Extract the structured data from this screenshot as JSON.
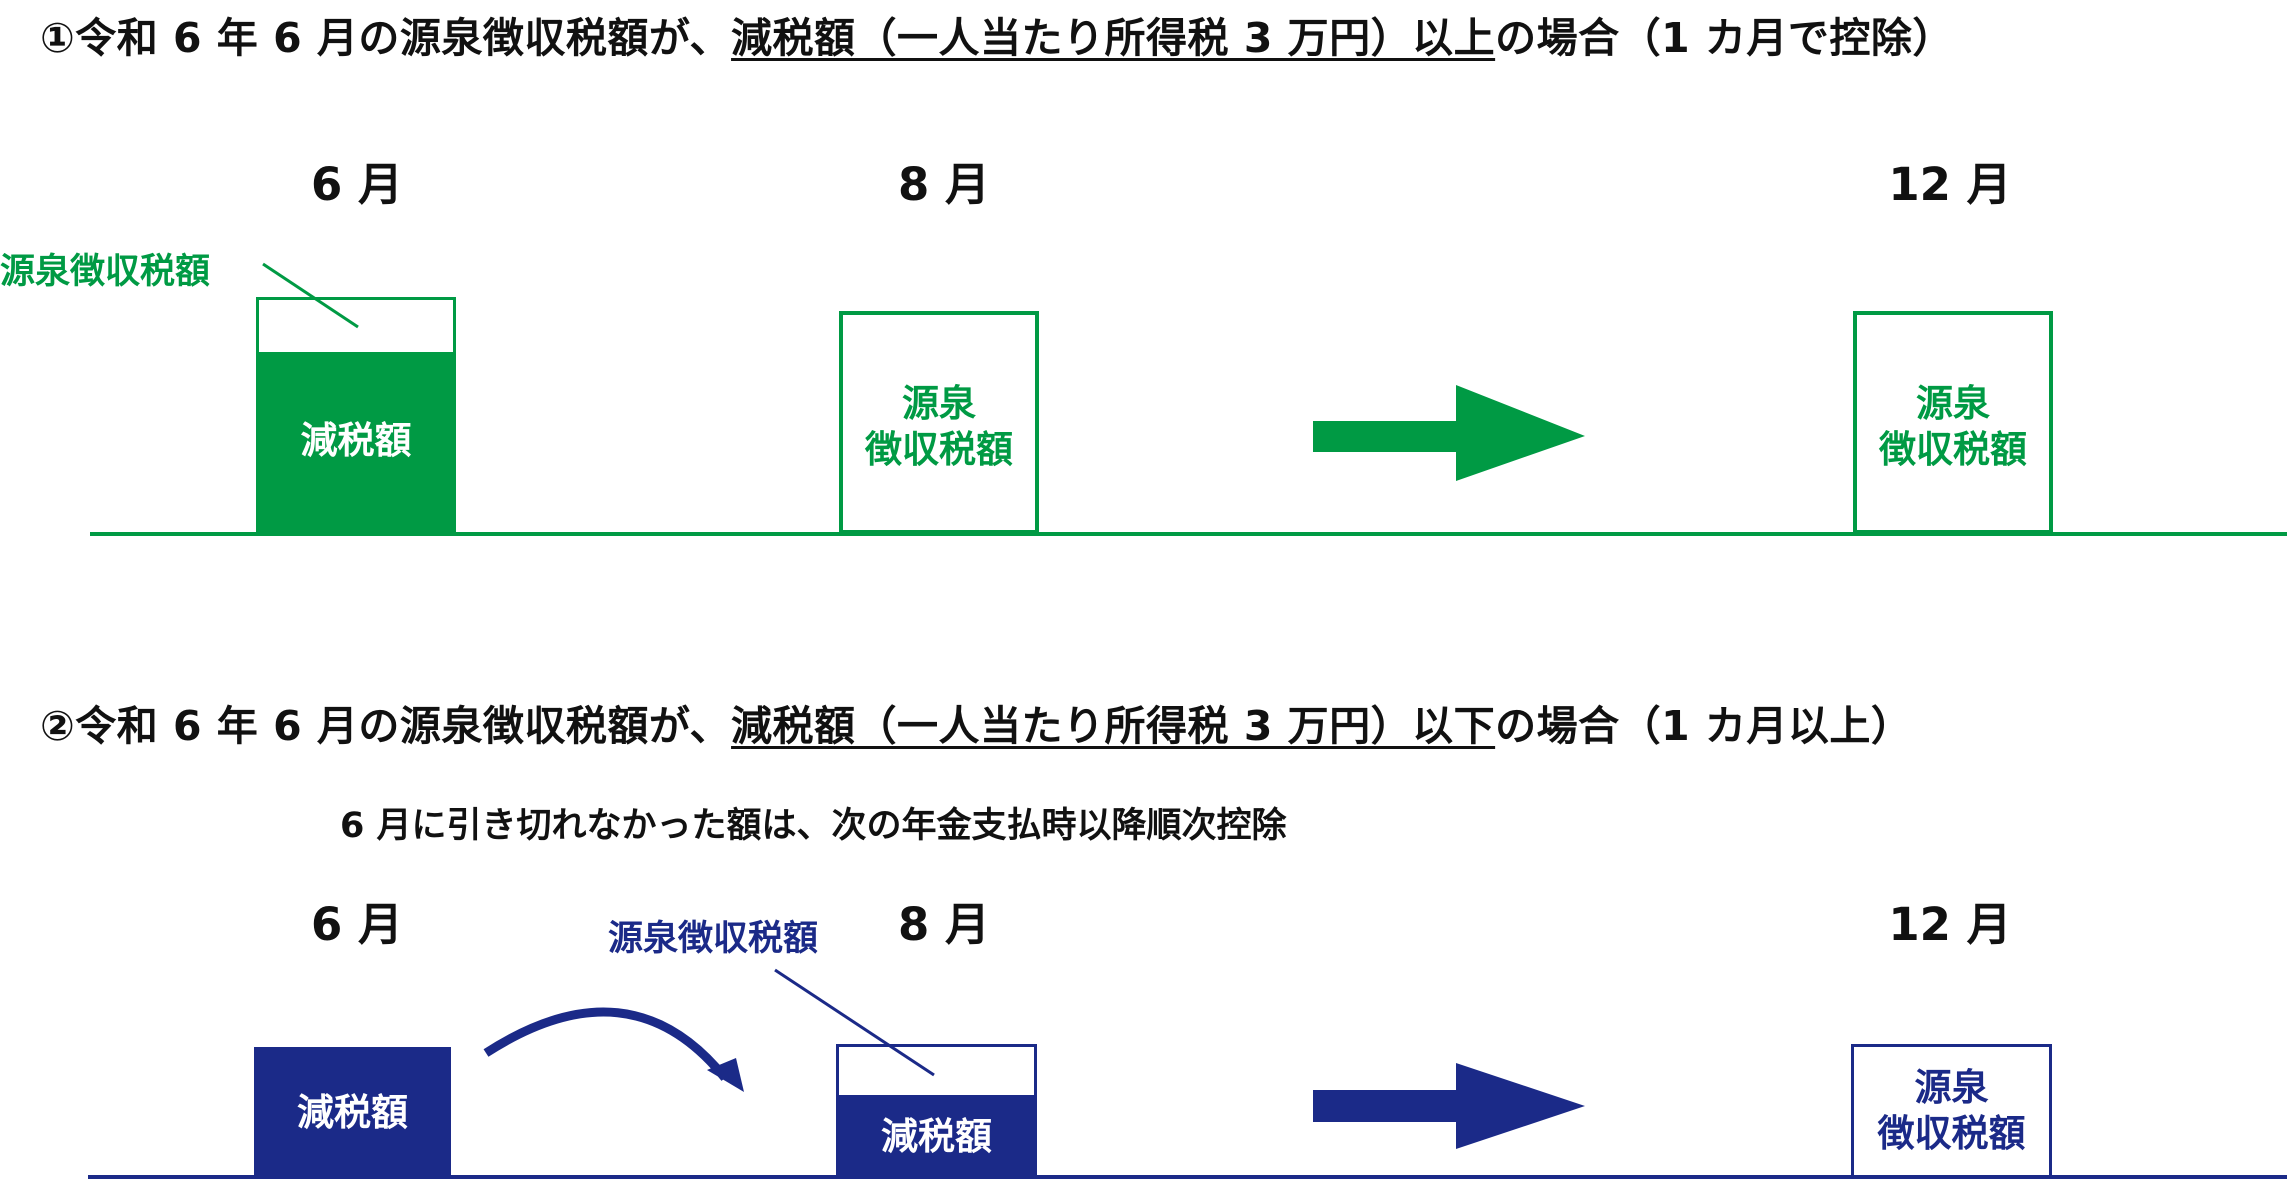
{
  "colors": {
    "green": "#009a44",
    "navy": "#1b2a88",
    "text": "#111111"
  },
  "section1": {
    "heading_lead": "①令和 6 年 6 月の源泉徴収税額が、",
    "heading_underlined": "減税額（一人当たり所得税 3 万円）以上",
    "heading_tail": "の場合（1 カ月で控除）",
    "months": [
      "6 月",
      "8 月",
      "12 月"
    ],
    "callout": "源泉徴収税額",
    "june_box_label": "減税額",
    "aug_box_line1": "源泉",
    "aug_box_line2": "徴収税額",
    "dec_box_line1": "源泉",
    "dec_box_line2": "徴収税額"
  },
  "section2": {
    "heading_lead": "②令和 6 年 6 月の源泉徴収税額が、",
    "heading_underlined": "減税額（一人当たり所得税 3 万円）以下",
    "heading_tail": "の場合（1 カ月以上）",
    "subtext": "6 月に引き切れなかった額は、次の年金支払時以降順次控除",
    "months": [
      "6 月",
      "8 月",
      "12 月"
    ],
    "callout": "源泉徴収税額",
    "june_box_label": "減税額",
    "aug_box_label": "減税額",
    "dec_box_line1": "源泉",
    "dec_box_line2": "徴収税額"
  }
}
